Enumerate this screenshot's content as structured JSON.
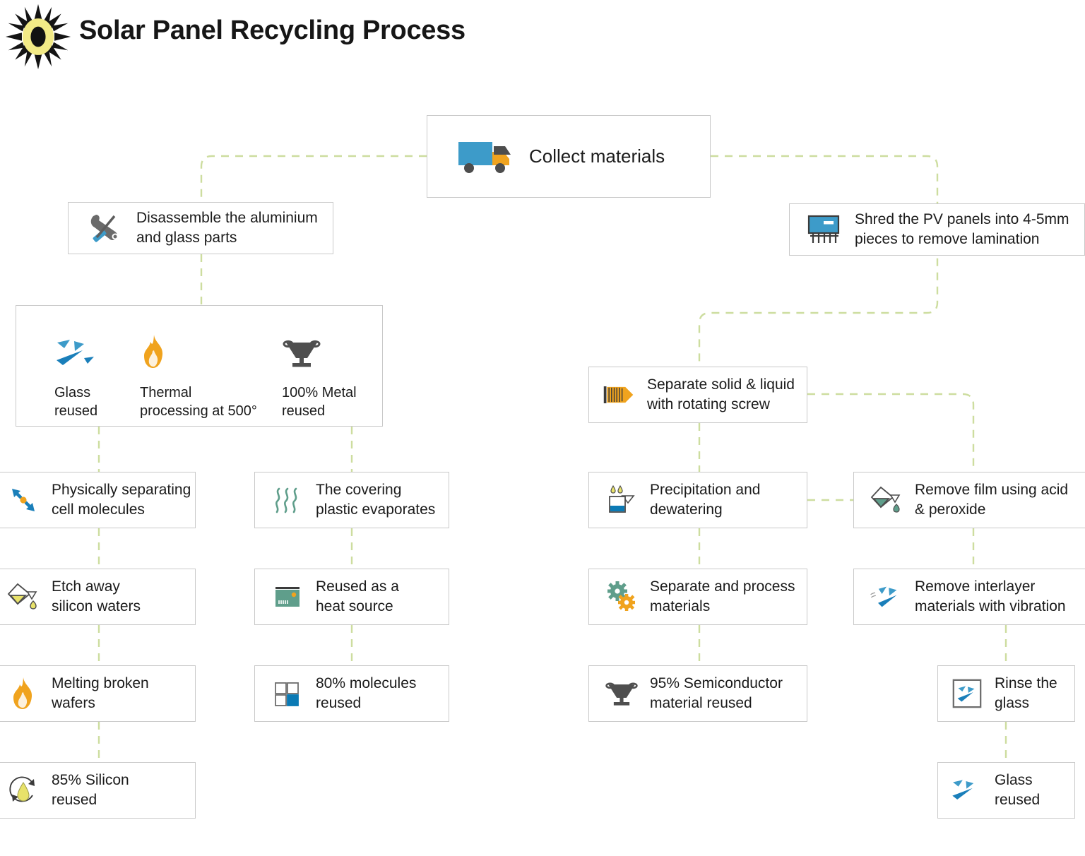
{
  "header": {
    "title": "Solar Panel Recycling Process",
    "logo_icon": "sun-icon"
  },
  "colors": {
    "blue": "#3d9bc9",
    "deep_blue": "#0b7ab5",
    "orange": "#f0a31e",
    "amber": "#e8a33d",
    "green": "#5b9e8c",
    "teal": "#5f9e8b",
    "gray": "#565656",
    "yellow": "#e8e26a",
    "connector": "#cddd9f",
    "box_border": "#c9c9c9",
    "text": "#1b1b1b"
  },
  "nodes": {
    "collect": {
      "label": "Collect materials",
      "icon": "truck-icon"
    },
    "disassemble": {
      "label": "Disassemble the aluminium\nand glass parts",
      "icon": "tools-icon"
    },
    "shred": {
      "label": "Shred the PV panels into  4-5mm\npieces to remove lamination",
      "icon": "shredder-icon"
    },
    "outputs": {
      "glass": {
        "label": "Glass\nreused",
        "icon": "glass-shards-icon"
      },
      "thermal": {
        "label": "Thermal\nprocessing at 500°",
        "icon": "flame-icon"
      },
      "metal": {
        "label": "100% Metal\nreused",
        "icon": "crucible-icon"
      }
    },
    "physically_separating": {
      "label": "Physically separating\ncell molecules",
      "icon": "double-arrow-icon"
    },
    "etch": {
      "label": "Etch away\nsilicon waters",
      "icon": "funnel-yellow-icon"
    },
    "melting": {
      "label": "Melting broken\nwafers",
      "icon": "flame-icon"
    },
    "silicon_reused": {
      "label": "85% Silicon\nreused",
      "icon": "droplet-cycle-icon"
    },
    "evaporates": {
      "label": "The covering\nplastic evaporates",
      "icon": "vapor-waves-icon"
    },
    "heat_source": {
      "label": "Reused as a\nheat source",
      "icon": "heater-icon"
    },
    "molecules_reused": {
      "label": "80% molecules\nreused",
      "icon": "quadrant-icon"
    },
    "screw": {
      "label": "Separate solid & liquid\nwith rotating screw",
      "icon": "screw-icon"
    },
    "precipitation": {
      "label": "Precipitation and\ndewatering",
      "icon": "beaker-icon"
    },
    "separate_process": {
      "label": "Separate and process\nmaterials",
      "icon": "gears-icon"
    },
    "semiconductor": {
      "label": "95% Semiconductor\nmaterial reused",
      "icon": "crucible-icon"
    },
    "remove_film": {
      "label": "Remove film using acid\n& peroxide",
      "icon": "funnel-green-icon"
    },
    "remove_interlayer": {
      "label": "Remove interlayer\nmaterials with vibration",
      "icon": "glass-shards-vibration-icon"
    },
    "rinse": {
      "label": "Rinse the\nglass",
      "icon": "framed-glass-shards-icon"
    },
    "glass_reused": {
      "label": "Glass\nreused",
      "icon": "glass-shards-icon"
    }
  }
}
